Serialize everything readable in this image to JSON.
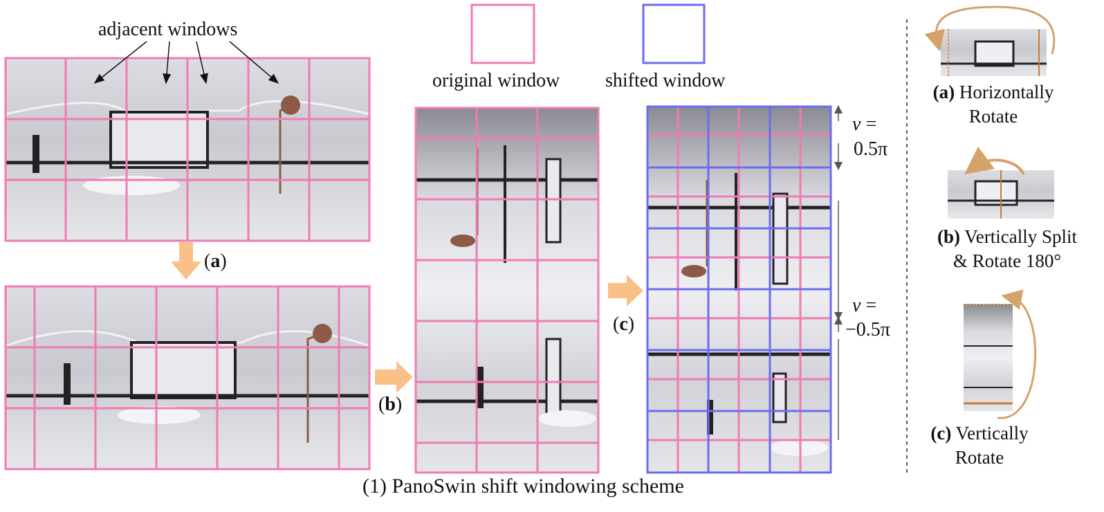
{
  "annotation": {
    "adjacent_windows": "adjacent windows"
  },
  "legend": {
    "original_label": "original window",
    "shifted_label": "shifted window",
    "original_color": "#f07ab5",
    "shifted_color": "#6b6cf0"
  },
  "step_labels": {
    "a": "a",
    "b": "b",
    "c": "c"
  },
  "latitude": {
    "top_var": "v",
    "top_eq": "=",
    "top_val": "0.5π",
    "bottom_var": "v",
    "bottom_eq": "=",
    "bottom_val": "−0.5π"
  },
  "caption": "(1) PanoSwin shift windowing scheme",
  "operations": [
    {
      "letter": "(a)",
      "line1": "Horizontally",
      "line2": "Rotate"
    },
    {
      "letter": "(b)",
      "line1": "Vertically Split",
      "line2": "& Rotate 180°"
    },
    {
      "letter": "(c)",
      "line1": "Vertically",
      "line2": "Rotate"
    }
  ],
  "colors": {
    "arrow": "#f9c088",
    "curve_arrow": "#d4a26a",
    "pano_bg": "#d6d7dc"
  }
}
